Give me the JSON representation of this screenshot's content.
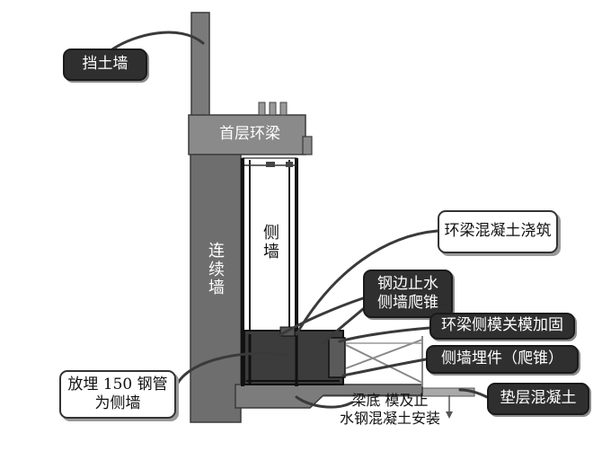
{
  "labels": {
    "retaining_wall": "挡土墙",
    "ring_beam_first_floor": "首层环梁",
    "diaphragm_wall": "连续墙",
    "side_wall": "侧墙",
    "ring_beam_concrete_pour": "环梁混凝土浇筑",
    "waterstop_cone_line1": "钢边止水",
    "waterstop_cone_line2": "侧墙爬锥",
    "ring_beam_formwork": "环梁侧模关模加固",
    "side_wall_embedded": "侧墙埋件（爬锥）",
    "steel_pipe_line1": "放埋 150 钢管",
    "steel_pipe_line2": "为侧墙",
    "beam_bottom_line1": "梁底   模及止",
    "beam_bottom_line2": "水钢混凝土安装",
    "cushion_concrete": "垫层混凝土"
  },
  "colors": {
    "wall_fill": "#6e6e6e",
    "wall_stroke": "#3a3a3a",
    "beam_fill": "#8a8a8a",
    "dark_callout": "#2f2f2f",
    "leader_line": "#3a3a3a"
  }
}
